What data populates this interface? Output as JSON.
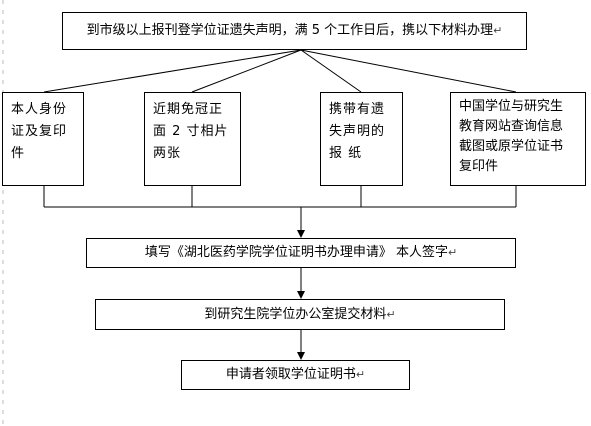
{
  "diagram": {
    "top": "到市级以上报刊登学位证遗失声明，满 5 个工作日后，携以下材料办理",
    "materials": [
      {
        "lines": [
          "本人身份",
          "证及复印",
          "件"
        ]
      },
      {
        "lines": [
          "近期免冠正",
          "面 2 寸相片",
          "两张"
        ]
      },
      {
        "lines": [
          "携带有遗",
          "失声明的",
          "报 纸"
        ]
      },
      {
        "lines": [
          "中国学位与研究生",
          "教育网站查询信息",
          "截图或原学位证书",
          "复印件"
        ]
      }
    ],
    "step1": "填写《湖北医药学院学位证明书办理申请》 本人签字",
    "step2": "到研究生院学位办公室提交材料",
    "step3": "申请者领取学位证明书"
  }
}
